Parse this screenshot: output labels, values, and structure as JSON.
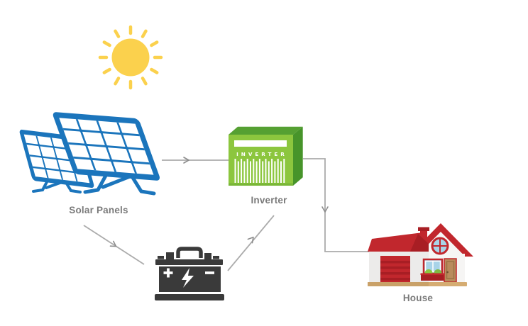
{
  "diagram": {
    "type": "flow-diagram",
    "background": "#ffffff",
    "nodes": {
      "sun": {
        "icon": "sun-icon"
      },
      "solar_panels": {
        "icon": "solar-panels-icon",
        "label": "Solar Panels"
      },
      "inverter": {
        "icon": "inverter-icon",
        "label": "Inverter",
        "device_text": "INVERTER"
      },
      "battery": {
        "icon": "battery-icon"
      },
      "house": {
        "icon": "house-icon",
        "label": "House"
      }
    },
    "edges": [
      {
        "from": "solar_panels",
        "to": "inverter",
        "style": "straight-arrow"
      },
      {
        "from": "solar_panels",
        "to": "battery",
        "style": "straight-arrow"
      },
      {
        "from": "battery",
        "to": "inverter",
        "style": "straight-arrow"
      },
      {
        "from": "inverter",
        "to": "house",
        "style": "elbow-arrow"
      }
    ]
  },
  "colors": {
    "--sun-yellow": "#FBD14D",
    "--panel-blue": "#1B75BC",
    "--inverter-front": "#8CC63E",
    "--inverter-top": "#55A032",
    "--inverter-side": "#47942A",
    "--battery-dark": "#3A3A3A",
    "--roof-red": "#C1272D",
    "--roof-dark": "#A81E24",
    "--wall-white": "#F6F5F4",
    "--window-blue": "#A8D3E8",
    "--door-tan": "#B98B5C",
    "--base-tan": "#D5AC72",
    "--bush-green": "#7FB842",
    "--line-gray": "#ABABAB",
    "--arrow-gray": "#8C8C8C",
    "--label-gray": "#7A7A7A"
  }
}
